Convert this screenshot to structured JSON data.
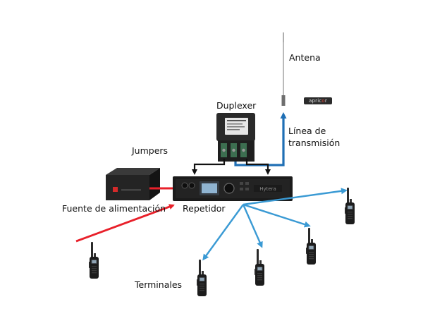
{
  "labels": {
    "antenna": "Antena",
    "duplexer": "Duplexer",
    "transmission_line_1": "Línea de",
    "transmission_line_2": "transmisión",
    "jumpers": "Jumpers",
    "power_supply": "Fuente de alimentación",
    "repeater": "Repetidor",
    "terminals": "Terminales"
  },
  "brand_logo": {
    "text_main": "apric",
    "text_accent": "o",
    "text_end": "r"
  },
  "repeater_badge": "Hytera",
  "colors": {
    "power_link": "#e8202a",
    "radio_link": "#3a9ad4",
    "transmission_line": "#1f6fb5",
    "jumper_line": "#111111",
    "equipment_dark": "#1b1b1b"
  },
  "icons": {
    "antenna": "antenna-icon",
    "duplexer": "duplexer-icon",
    "power_supply": "power-supply-icon",
    "repeater": "repeater-icon",
    "terminal": "handheld-radio-icon"
  }
}
